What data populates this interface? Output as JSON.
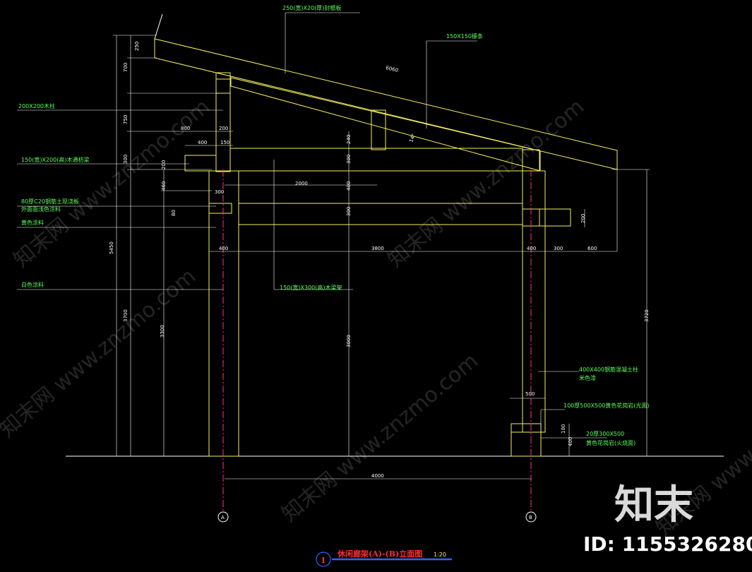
{
  "annotations": {
    "ridge_board": "250(宽)X20(厚)封檐板",
    "rafter": "150X150檩条",
    "post_top": "200X200木柱",
    "beam_upper": "150(宽)X200(高)木通枋梁",
    "concrete": "80厚C20钢筋土现浇板",
    "paint_outer": "外面面浅色涂料",
    "paint_yellow": "黄色涂料",
    "paint_white": "白色涂料",
    "beam_main": "150(宽)X300(高)木梁架",
    "column": "400X400钢筋混凝土柱",
    "column_finish": "米色漆",
    "base_stone": "100厚500X500黄色花岗岩(光面)",
    "base_paint": "20厚300X500",
    "base_paint2": "黄色花岗岩(火烧面)"
  },
  "dims": {
    "d250": "250",
    "d700": "700",
    "d750": "750",
    "d300": "300",
    "d460": "460",
    "d5450": "5450",
    "d3700": "3700",
    "d3300": "3300",
    "d3000": "3000",
    "d3720": "3720",
    "d800": "800",
    "d200": "200",
    "d400": "400",
    "d150": "150",
    "d2000": "2000",
    "d240": "240",
    "d14": "14°",
    "d6060": "6060",
    "d300b": "300",
    "d400b": "400",
    "d3800": "3800",
    "d400c": "400",
    "d300c": "300",
    "d600": "600",
    "d200b": "200",
    "d500": "500",
    "d100": "100",
    "d4000": "4000",
    "d300a": "300",
    "d400a": "400",
    "d200c": "200",
    "d80": "80"
  },
  "axes": {
    "a": "A",
    "b": "B"
  },
  "title": {
    "number": "1",
    "text": "休闲廊架(A)-(B)立面图",
    "scale": "1:20"
  },
  "watermark": {
    "text": "知末网 www.znzmo.com",
    "logo": "知末",
    "id": "ID: 1155326280"
  }
}
